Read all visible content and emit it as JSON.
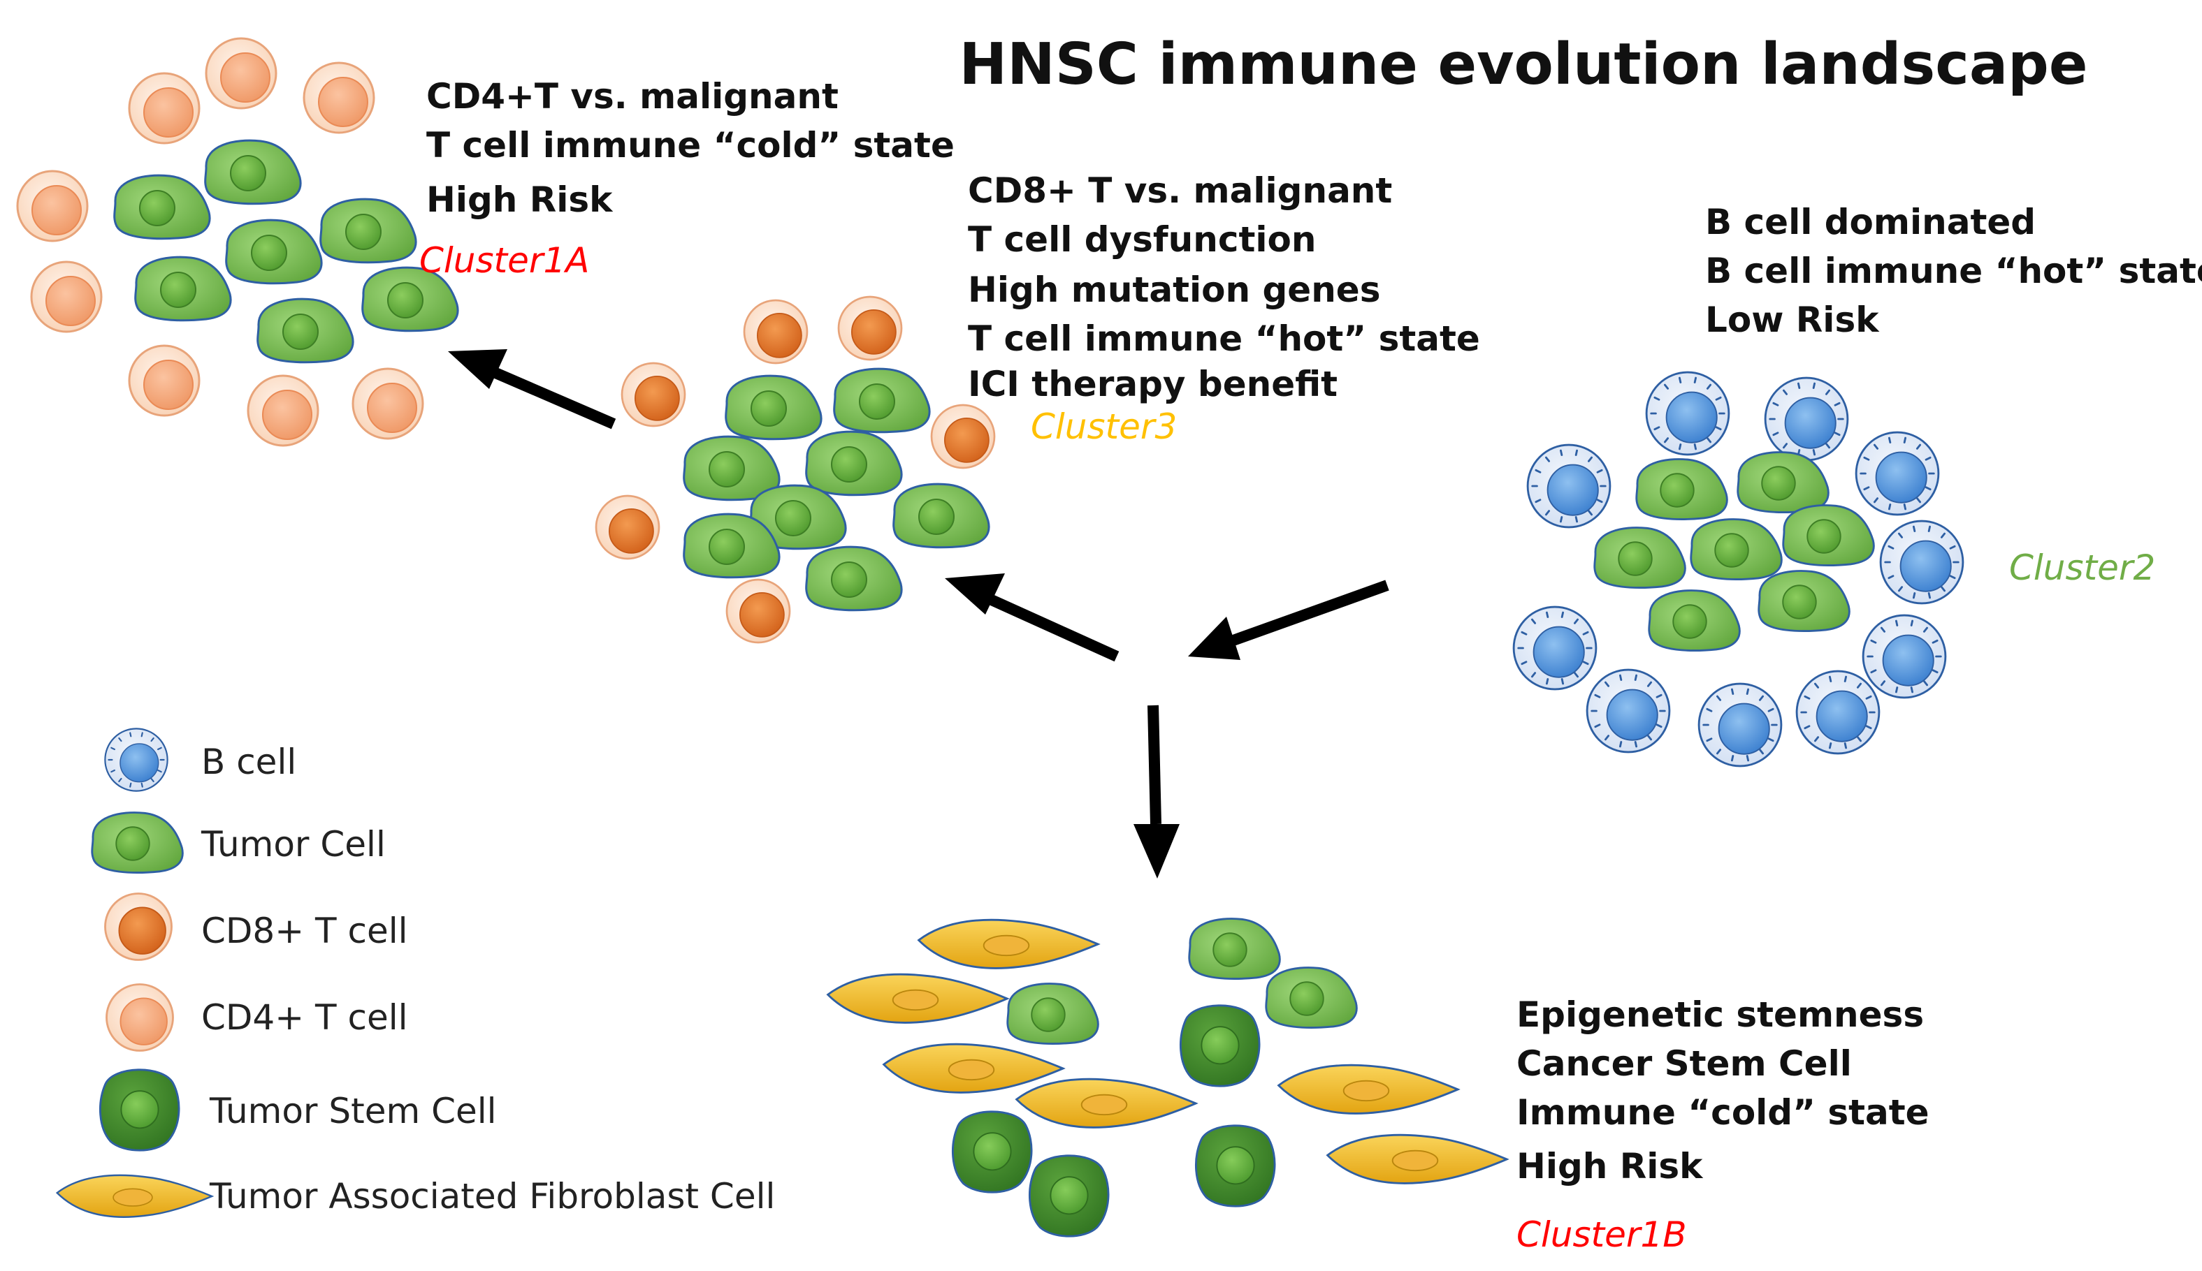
{
  "title": "HNSC immune evolution landscape",
  "clusters": {
    "c1a": {
      "lines": [
        "CD4+T vs. malignant",
        "T cell immune “cold” state",
        "High Risk"
      ],
      "label": "Cluster1A",
      "label_color": "#ff0000"
    },
    "c3": {
      "lines": [
        "CD8+ T vs. malignant",
        "T cell dysfunction",
        "High mutation genes",
        "T cell  immune “hot” state",
        "ICI therapy benefit"
      ],
      "label": "Cluster3",
      "label_color": "#ffc000"
    },
    "c2": {
      "lines": [
        "B cell dominated",
        "B cell immune “hot” state",
        "Low Risk"
      ],
      "label": "Cluster2",
      "label_color": "#70ad47"
    },
    "c1b": {
      "lines": [
        "Epigenetic stemness",
        "Cancer Stem Cell",
        "Immune “cold” state",
        "High Risk"
      ],
      "label": "Cluster1B",
      "label_color": "#ff0000"
    }
  },
  "legend": [
    {
      "icon": "b-cell-icon",
      "label": "B cell"
    },
    {
      "icon": "tumor-cell-icon",
      "label": "Tumor Cell"
    },
    {
      "icon": "cd8-t-cell-icon",
      "label": "CD8+ T cell"
    },
    {
      "icon": "cd4-t-cell-icon",
      "label": "CD4+ T cell"
    },
    {
      "icon": "tumor-stem-cell-icon",
      "label": "Tumor Stem Cell"
    },
    {
      "icon": "fibroblast-icon",
      "label": "Tumor Associated Fibroblast Cell"
    }
  ],
  "colors": {
    "tumor_fill": "#7ac04f",
    "tumor_stroke": "#2e5fa3",
    "stem_fill": "#3f8a2a",
    "cd8_nucleus": "#e07428",
    "cd4_nucleus": "#f4a478",
    "tcell_outer": "#fbe0cc",
    "bcell_outer": "#dde8f7",
    "bcell_nucleus": "#4d8fd6",
    "fibroblast_fill": "#f2b925",
    "arrow": "#000000"
  }
}
